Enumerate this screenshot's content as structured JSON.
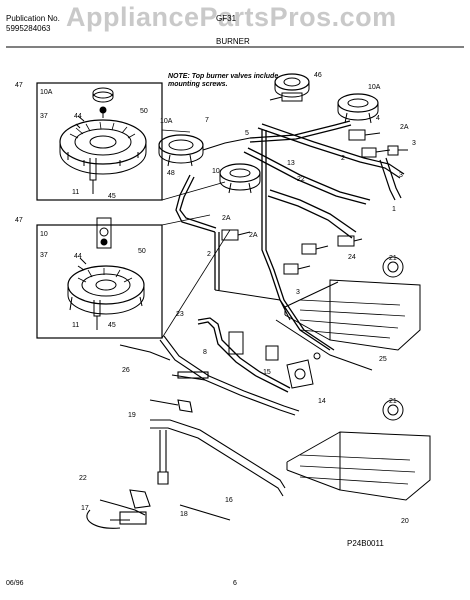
{
  "header": {
    "publication_label": "Publication No.",
    "publication_number": "5995284063",
    "model_prefix": "G",
    "model_rest": "F31",
    "section_title": "BURNER"
  },
  "watermark": "AppliancePartsPros.com",
  "note": "NOTE: Top burner valves include mounting screws.",
  "footer": {
    "date": "06/96",
    "page": "6"
  },
  "drawing_ref": "P24B0011",
  "callouts": [
    "47",
    "10A",
    "50",
    "37",
    "44",
    "11",
    "45",
    "47",
    "10",
    "50",
    "37",
    "44",
    "11",
    "45",
    "10A",
    "7",
    "5",
    "48",
    "10",
    "13",
    "22",
    "2A",
    "46",
    "10A",
    "4",
    "2A",
    "3",
    "2",
    "3",
    "1",
    "2",
    "2A",
    "3",
    "24",
    "21",
    "25",
    "23",
    "8",
    "26",
    "15",
    "14",
    "19",
    "21",
    "22",
    "17",
    "18",
    "16",
    "20"
  ],
  "colors": {
    "ink": "#000000",
    "watermark": "#c9c9c9",
    "background": "#ffffff"
  }
}
